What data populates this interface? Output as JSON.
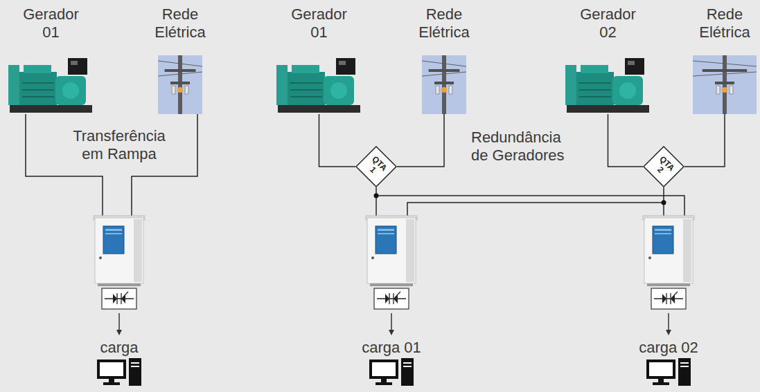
{
  "diagram": {
    "nodes": [
      {
        "text": [
          "Gerador 01"
        ]
      },
      {
        "text": [
          "Rede Elétrica"
        ]
      },
      {
        "text": [
          "Gerador 01"
        ]
      },
      {
        "text": [
          "Rede Elétrica"
        ]
      },
      {
        "text": [
          "Gerador 02"
        ]
      },
      {
        "text": [
          "Rede Elétrica"
        ]
      },
      {
        "text": [
          "QTA 1"
        ]
      },
      {
        "text": [
          "QTA 2"
        ]
      },
      {
        "text": [
          "carga"
        ]
      },
      {
        "text": [
          "carga 01"
        ]
      },
      {
        "text": [
          "carga 02"
        ]
      }
    ],
    "edges": [
      {
        "from": 2,
        "to": 6,
        "arrow": "none"
      },
      {
        "from": 3,
        "to": 6,
        "arrow": "none"
      },
      {
        "from": 4,
        "to": 7,
        "arrow": "none"
      },
      {
        "from": 5,
        "to": 7,
        "arrow": "none"
      }
    ],
    "labels": [
      "Transferência em Rampa",
      "Redundância de Geradores"
    ]
  }
}
